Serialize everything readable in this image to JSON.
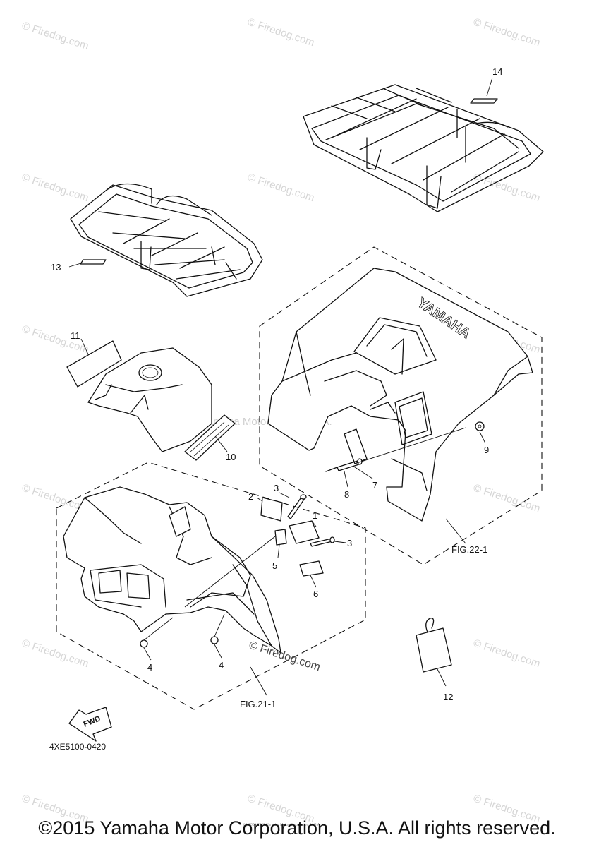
{
  "watermark": {
    "brand": "© Firedog.com",
    "center_text": "Yamaha Motor Corp. U.S.A."
  },
  "callouts": {
    "c1": "1",
    "c2": "2",
    "c3a": "3",
    "c3b": "3",
    "c4a": "4",
    "c4b": "4",
    "c5": "5",
    "c6": "6",
    "c7": "7",
    "c8": "8",
    "c9": "9",
    "c10": "10",
    "c11": "11",
    "c12": "12",
    "c13": "13",
    "c14": "14"
  },
  "figure_refs": {
    "rear": "FIG.22-1",
    "front": "FIG.21-1"
  },
  "fwd_label": "FWD",
  "fender_logo": "YAMAHA",
  "part_number": "4XE5100-0420",
  "fine_print": "(c) 2005-2015 Yamaha Motor Corporation, U.S.A.",
  "copyright": "©2015 Yamaha Motor Corporation, U.S.A. All rights reserved."
}
